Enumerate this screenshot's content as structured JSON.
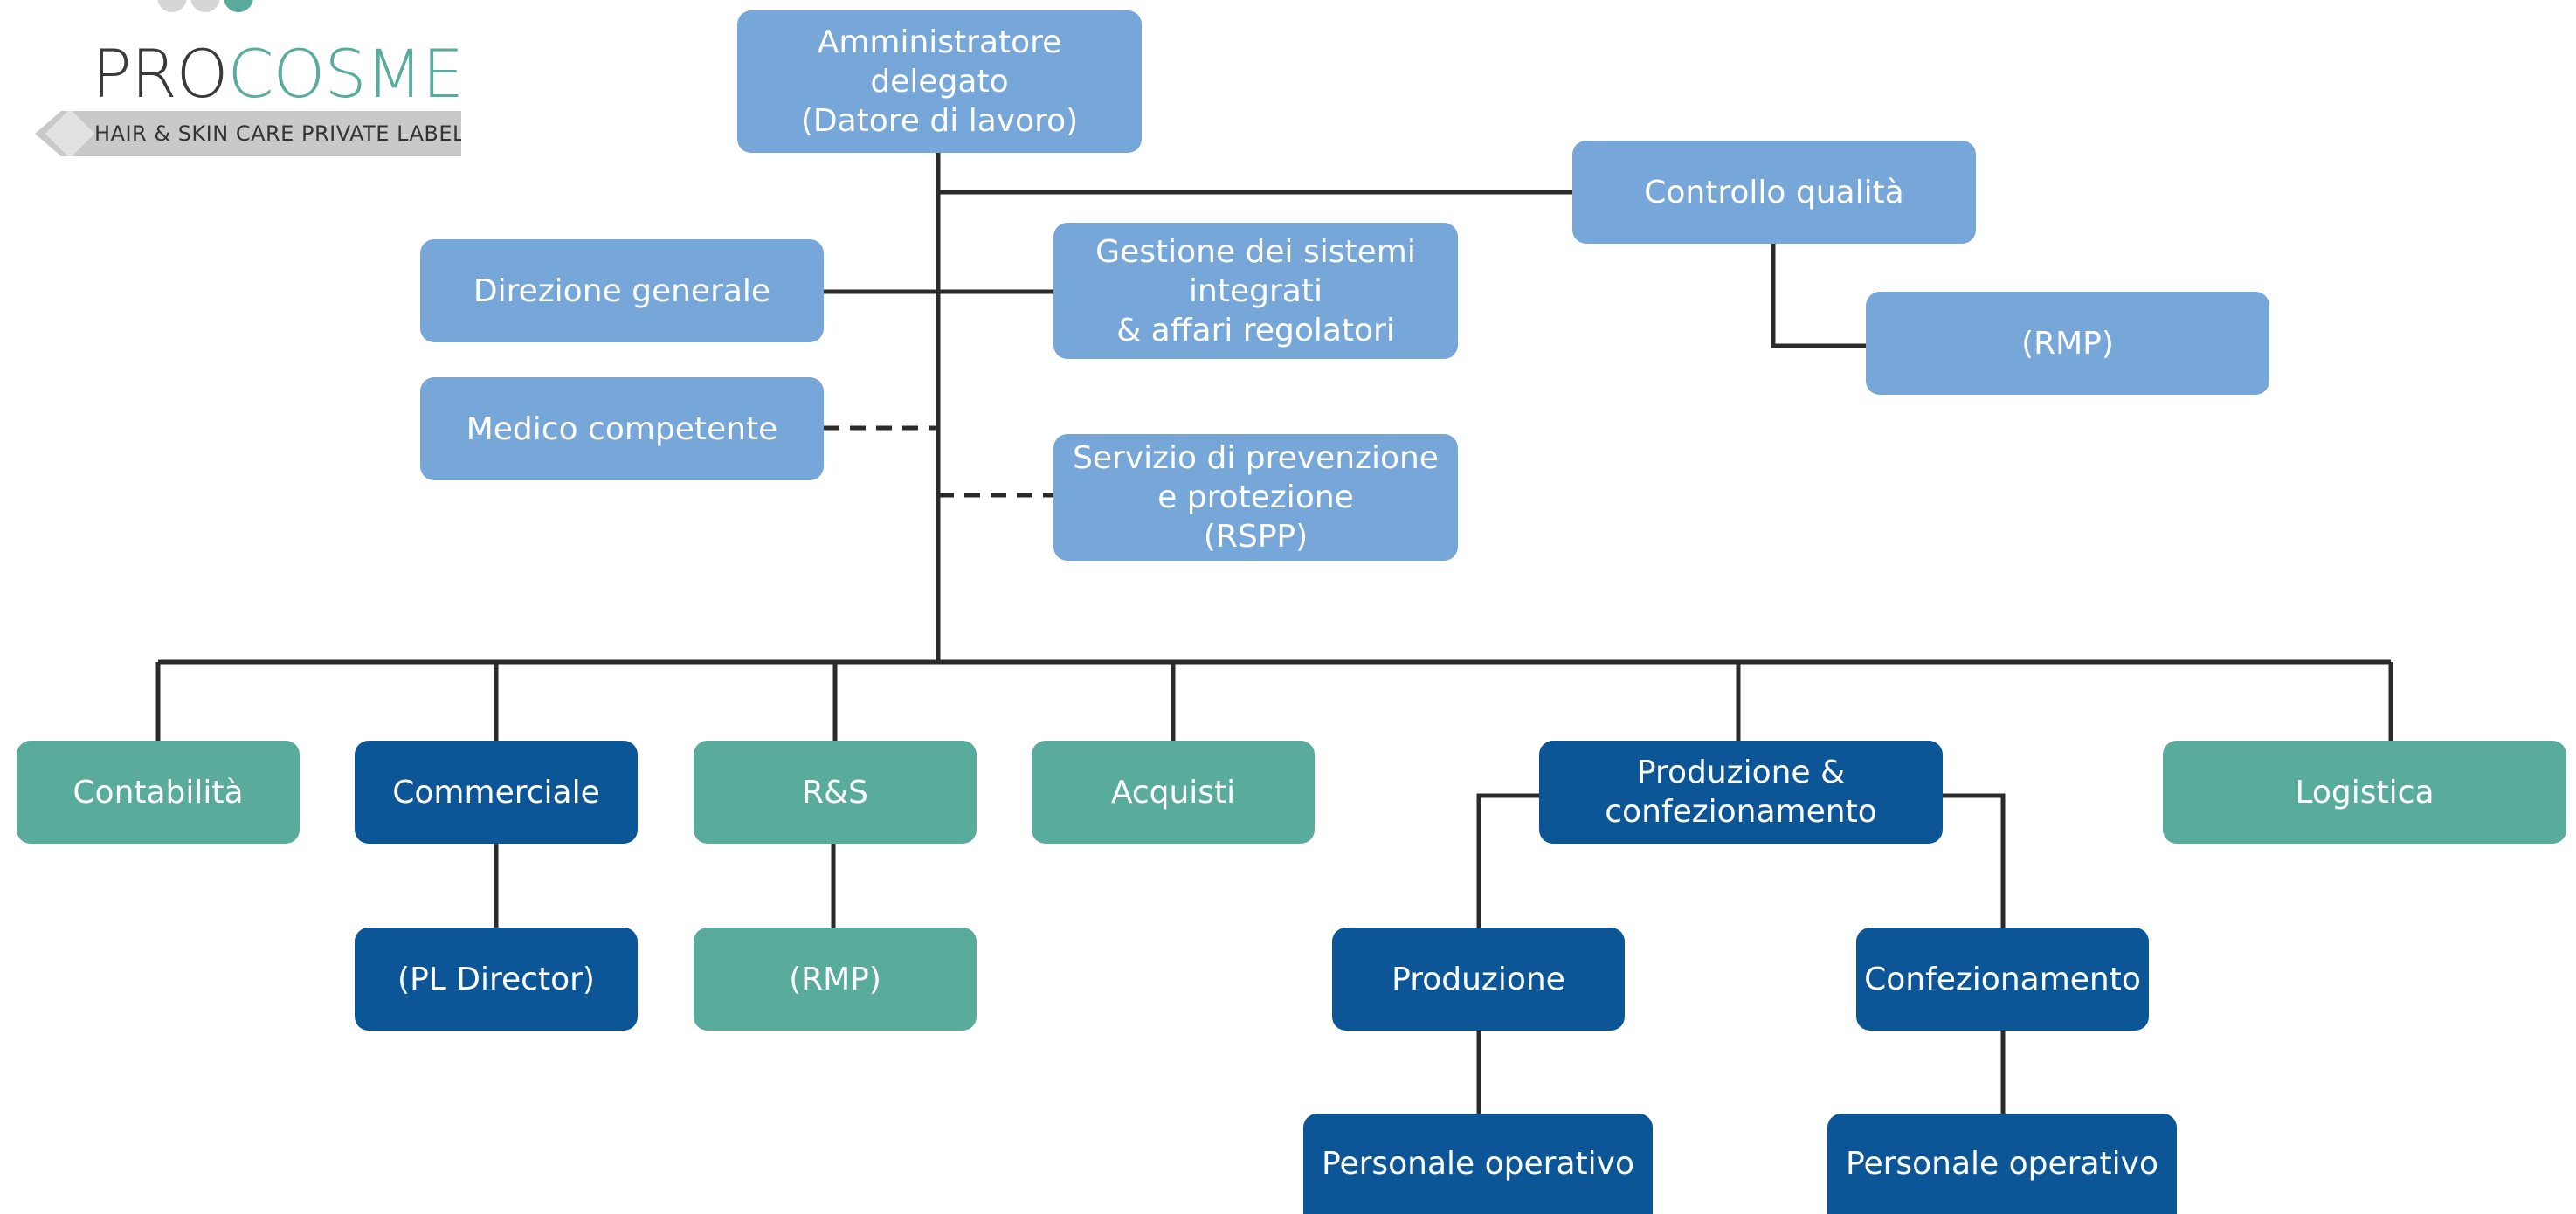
{
  "logo": {
    "brand_part1": "PRO",
    "brand_part2": "COSME",
    "tagline": "HAIR & SKIN CARE PRIVATE LABELS"
  },
  "colors": {
    "light_blue": "#77a7d8",
    "dark_blue": "#0c5697",
    "teal": "#59ab9c",
    "line": "#2b2b2b"
  },
  "nodes": {
    "ceo": "Amministratore\ndelegato\n(Datore di lavoro)",
    "quality_control": "Controllo qualità",
    "quality_rmp": "(RMP)",
    "general_management": "Direzione generale",
    "integrated_systems": "Gestione dei sistemi\nintegrati\n& affari regolatori",
    "company_doctor": "Medico competente",
    "prevention_service": "Servizio di prevenzione\ne protezione\n(RSPP)",
    "accounting": "Contabilità",
    "commercial": "Commerciale",
    "pl_director": "(PL Director)",
    "rnd": "R&S",
    "rnd_rmp": "(RMP)",
    "purchasing": "Acquisti",
    "production_packaging": "Produzione &\nconfezionamento",
    "production": "Produzione",
    "packaging": "Confezionamento",
    "production_staff": "Personale operativo",
    "packaging_staff": "Personale operativo",
    "logistics": "Logistica"
  }
}
